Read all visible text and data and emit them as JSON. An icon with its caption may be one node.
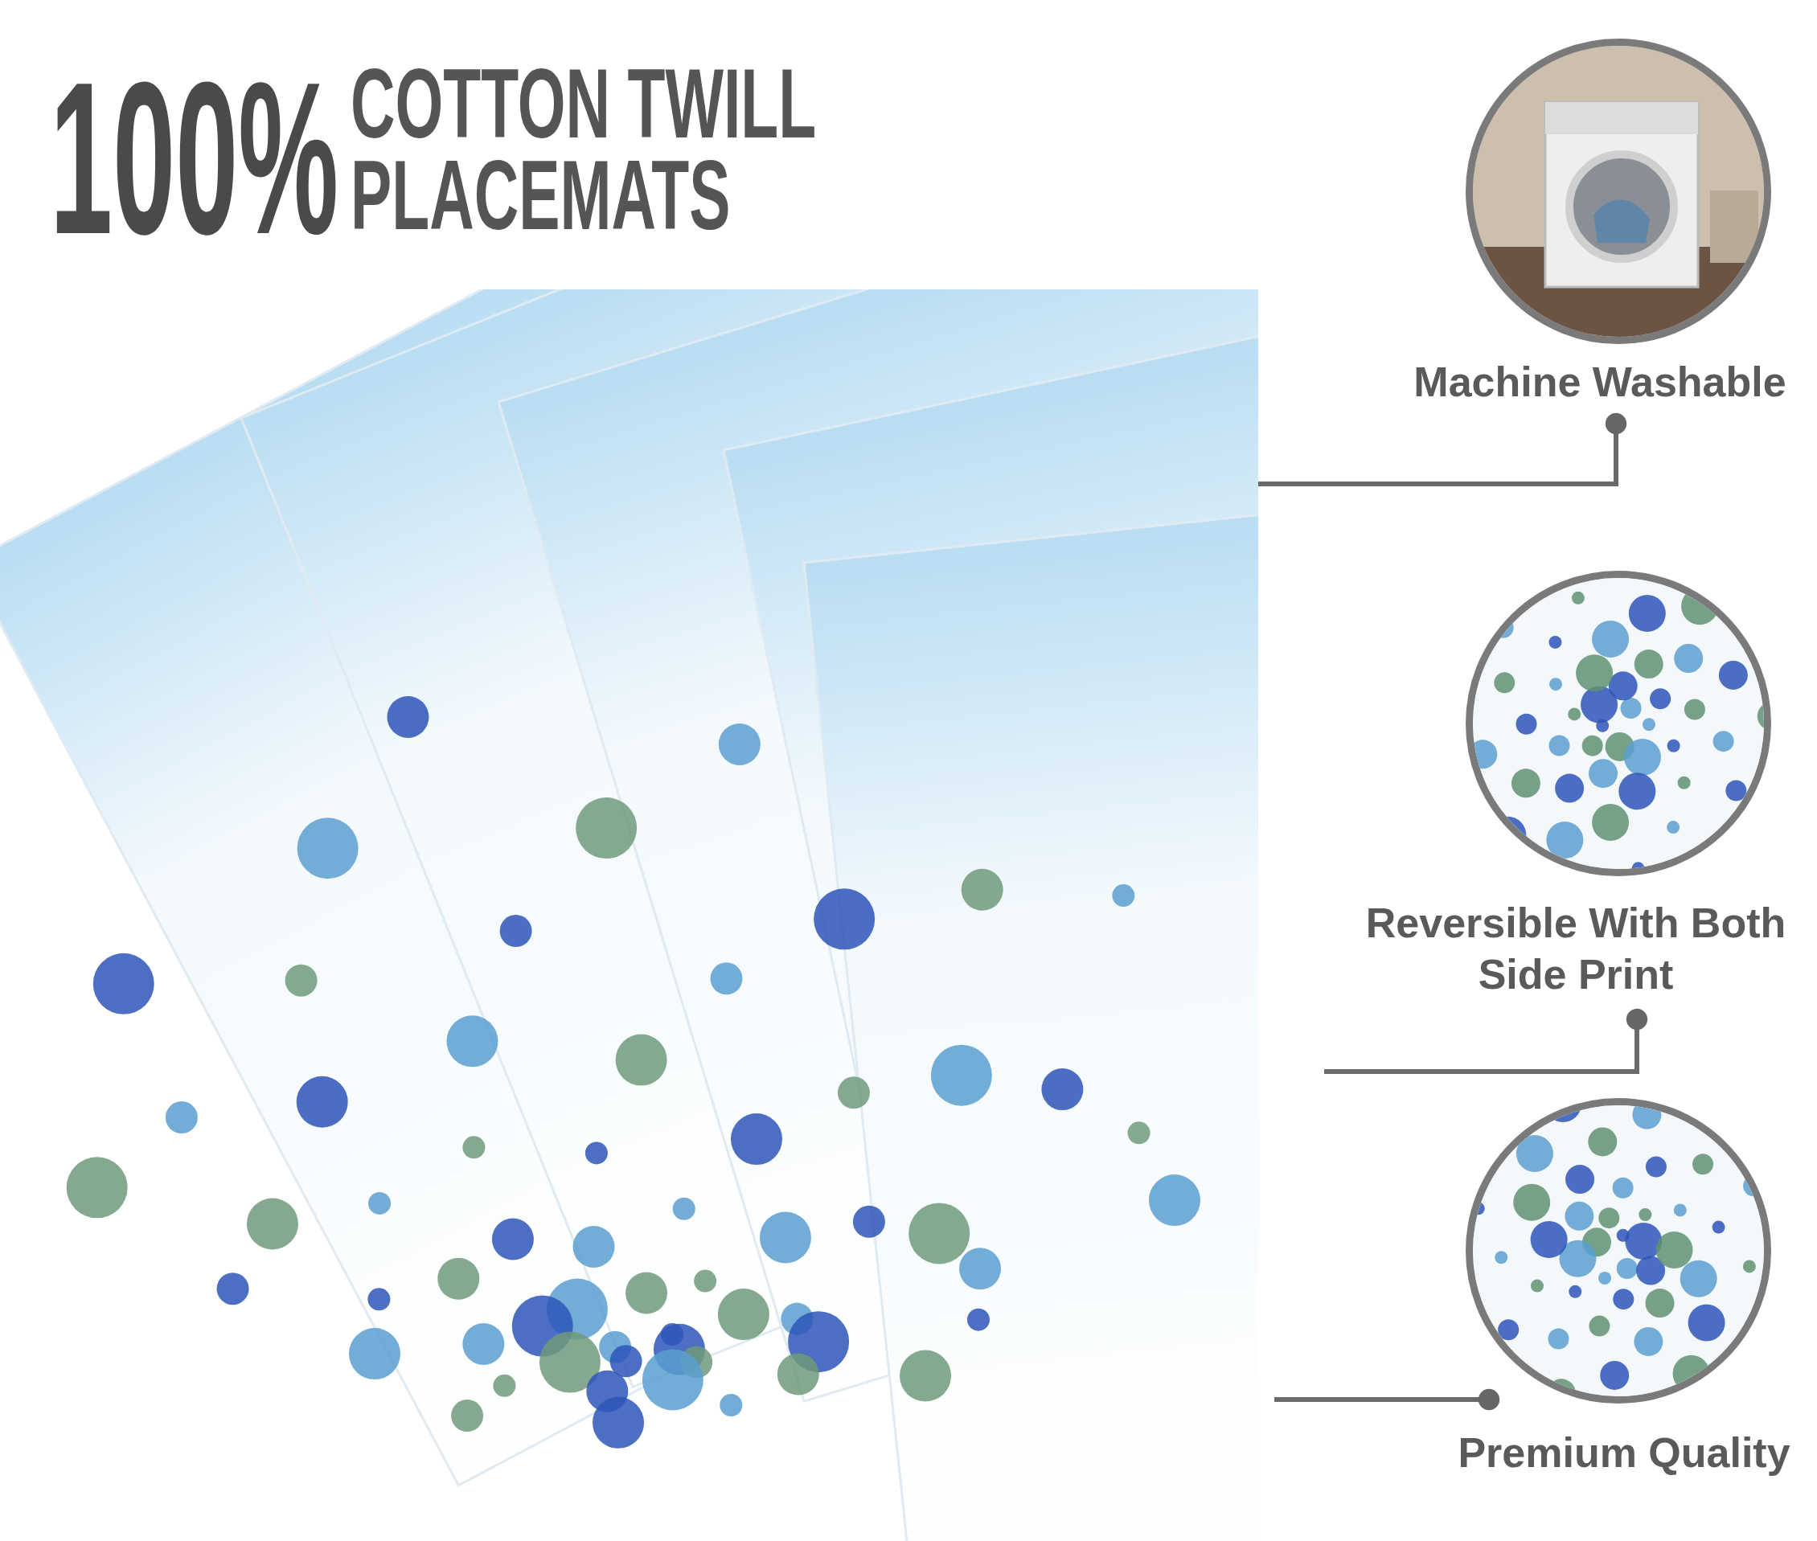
{
  "diagram": {
    "title": "100%",
    "nodes": [
      {
        "text": [],
        "shape": "picture"
      },
      {
        "text": [],
        "shape": "picture"
      },
      {
        "text": [
          "Machine Washable"
        ]
      },
      {
        "text": [],
        "shape": "picture"
      },
      {
        "text": [
          "Reversible With Both Side Print"
        ]
      },
      {
        "text": [],
        "shape": "picture"
      },
      {
        "text": [
          "Premium Quality"
        ]
      }
    ],
    "edges": [
      {
        "from": 2,
        "to": 0,
        "arrow": "other"
      },
      {
        "from": 4,
        "to": 0,
        "arrow": "other"
      },
      {
        "from": 6,
        "to": 0,
        "arrow": "other"
      }
    ],
    "labels": [
      "COTTON TWILL PLACEMATS"
    ]
  }
}
